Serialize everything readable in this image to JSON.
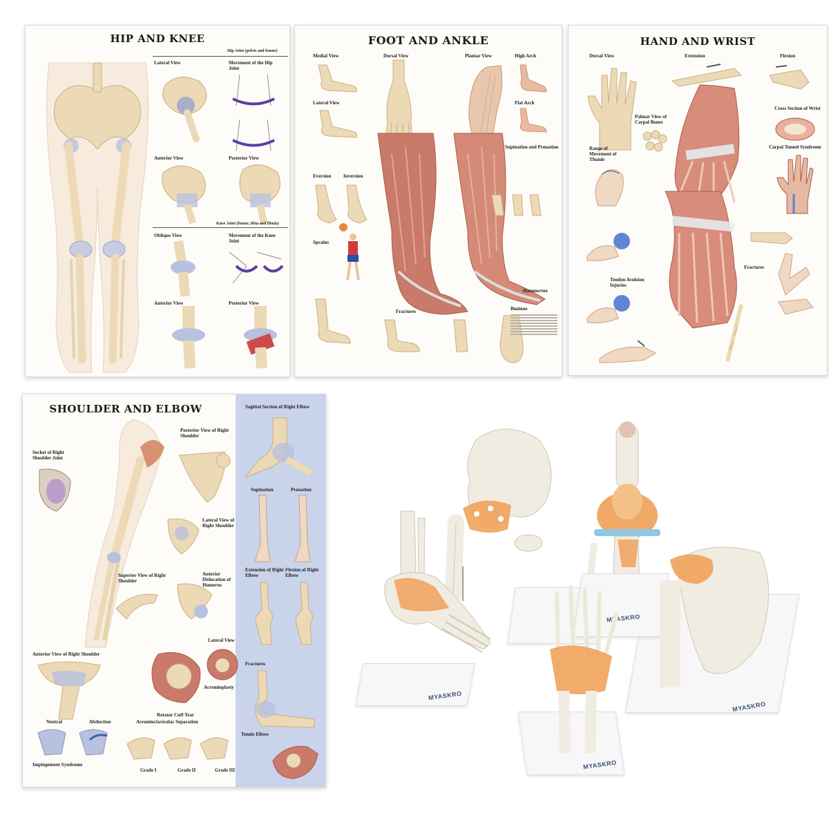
{
  "posters": {
    "hip_knee": {
      "title": "HIP AND KNEE",
      "sections": [
        "Hip Joint (pelvis and femur)",
        "Knee Joint (femur, tibia and fibula)"
      ],
      "views": [
        "Lateral View",
        "Movement of the Hip Joint",
        "Anterior View",
        "Posterior View",
        "Oblique View",
        "Movement of the Knee Joint",
        "Anterior View",
        "Posterior View"
      ]
    },
    "foot_ankle": {
      "title": "FOOT AND ANKLE",
      "views": [
        "Medial View",
        "Dorsal View",
        "Plantar View",
        "High Arch",
        "Lateral View",
        "Flat Arch",
        "Eversion",
        "Inversion",
        "Supination and Pronation",
        "Sprains",
        "Fractures",
        "Bunions",
        "Hammertoe"
      ]
    },
    "hand_wrist": {
      "title": "HAND AND WRIST",
      "views": [
        "Dorsal View",
        "Extension",
        "Flexion",
        "Palmar View of Carpal Bones",
        "Cross Section of Wrist",
        "Carpal Tunnel Syndrome",
        "Range of Movement of Thumb",
        "Tendon Avulsion Injuries",
        "Fractures"
      ]
    },
    "shoulder_elbow": {
      "title": "SHOULDER AND ELBOW",
      "views": [
        "Socket of Right Shoulder Joint",
        "Posterior View of Right Shoulder",
        "Sagittal Section of Right Elbow",
        "Lateral View of Right Shoulder",
        "Supination",
        "Pronation",
        "Superior View of Right Shoulder",
        "Anterior Dislocation of Humerus",
        "Extension of Right Elbow",
        "Flexion of Right Elbow",
        "Anterior View of Right Shoulder",
        "Lateral View",
        "Fractures",
        "Rotator Cuff Tear",
        "Acromioplasty",
        "Neutral",
        "Abduction",
        "Acromioclavicular Separation",
        "Tennis Elbow",
        "Impingement Syndrome",
        "Grade I",
        "Grade II",
        "Grade III"
      ]
    }
  },
  "models": {
    "brand": "MYASKRO",
    "items": [
      "foot",
      "hip",
      "knee",
      "hand",
      "shoulder"
    ]
  },
  "colors": {
    "bone": "#ecd9b6",
    "bone_shadow": "#c9ae82",
    "muscle": "#c97a6a",
    "ligament": "#e9a35a",
    "cartilage": "#a9b8dc",
    "model_bone": "#f1ece2",
    "model_base": "#f7f7f7",
    "shoulder_panel": "#c9d3ea"
  }
}
